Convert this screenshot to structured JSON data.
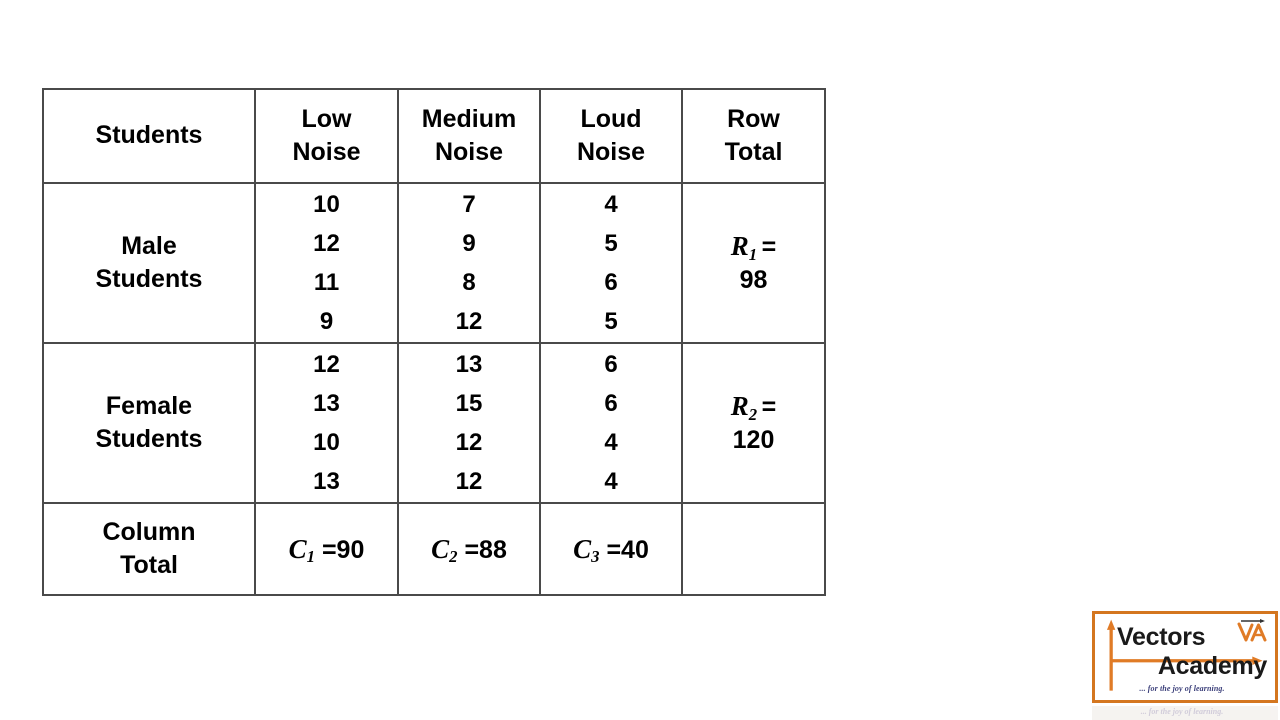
{
  "table": {
    "headers": [
      "Students",
      "Low\nNoise",
      "Medium\nNoise",
      "Loud\nNoise",
      "Row\nTotal"
    ],
    "header_students": "Students",
    "header_low_line1": "Low",
    "header_low_line2": "Noise",
    "header_medium_line1": "Medium",
    "header_medium_line2": "Noise",
    "header_loud_line1": "Loud",
    "header_loud_line2": "Noise",
    "header_rowtotal_line1": "Row",
    "header_rowtotal_line2": "Total",
    "rows": [
      {
        "label_line1": "Male",
        "label_line2": "Students",
        "low": [
          "10",
          "12",
          "11",
          "9"
        ],
        "medium": [
          "7",
          "9",
          "8",
          "12"
        ],
        "loud": [
          "4",
          "5",
          "6",
          "5"
        ],
        "row_total_symbol": "R",
        "row_total_subscript": "1",
        "row_total_equals": "=",
        "row_total_value": "98"
      },
      {
        "label_line1": "Female",
        "label_line2": "Students",
        "low": [
          "12",
          "13",
          "10",
          "13"
        ],
        "medium": [
          "13",
          "15",
          "12",
          "12"
        ],
        "loud": [
          "6",
          "6",
          "4",
          "4"
        ],
        "row_total_symbol": "R",
        "row_total_subscript": "2",
        "row_total_equals": "=",
        "row_total_value": "120"
      }
    ],
    "column_total": {
      "label_line1": "Column",
      "label_line2": "Total",
      "low_symbol": "C",
      "low_subscript": "1",
      "low_value": "=90",
      "medium_symbol": "C",
      "medium_subscript": "2",
      "medium_value": "=88",
      "loud_symbol": "C",
      "loud_subscript": "3",
      "loud_value": "=40",
      "row_total_value": ""
    }
  },
  "logo": {
    "word_top": "Vectors",
    "word_bottom": "Academy",
    "tagline": "... for the joy of learning.",
    "monogram": "VA",
    "border_color": "#d4761f",
    "accent_color": "#e07b26",
    "tagline_color": "#3b3f7a"
  },
  "chart_data": {
    "type": "table",
    "title": "Two-way contingency table: Students vs Noise level",
    "columns": [
      "Students",
      "Low Noise",
      "Medium Noise",
      "Loud Noise",
      "Row Total"
    ],
    "rows": [
      {
        "Students": "Male Students",
        "Low Noise": [
          10,
          12,
          11,
          9
        ],
        "Medium Noise": [
          7,
          9,
          8,
          12
        ],
        "Loud Noise": [
          4,
          5,
          6,
          5
        ],
        "Row Total": 98
      },
      {
        "Students": "Female Students",
        "Low Noise": [
          12,
          13,
          10,
          13
        ],
        "Medium Noise": [
          13,
          15,
          12,
          12
        ],
        "Loud Noise": [
          6,
          6,
          4,
          4
        ],
        "Row Total": 120
      },
      {
        "Students": "Column Total",
        "Low Noise": 90,
        "Medium Noise": 88,
        "Loud Noise": 40,
        "Row Total": null
      }
    ],
    "grid": true,
    "legend": "none"
  }
}
